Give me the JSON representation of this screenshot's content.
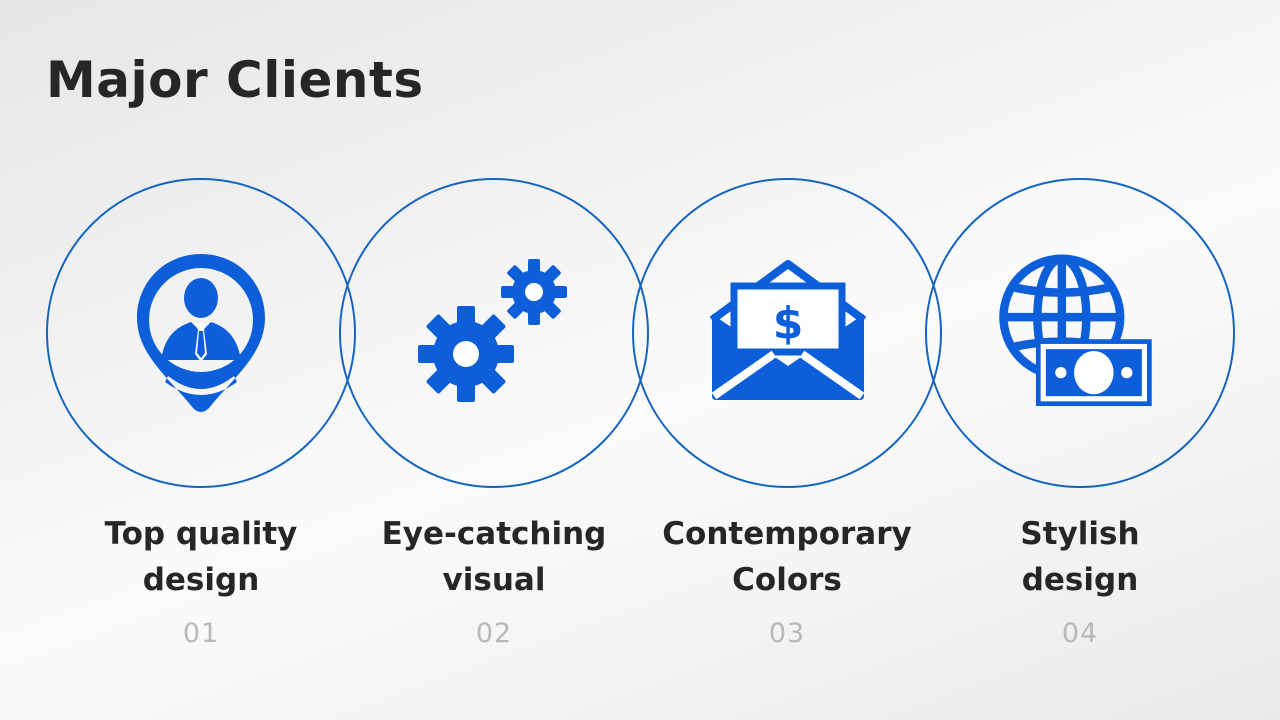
{
  "title": "Major Clients",
  "accent_color": "#1565c0",
  "icon_color": "#0d5fd9",
  "items": [
    {
      "label_lines": [
        "Top quality",
        "design"
      ],
      "number": "01",
      "icon": "businessman-location-pin-icon"
    },
    {
      "label_lines": [
        "Eye-catching",
        "visual"
      ],
      "number": "02",
      "icon": "gears-icon"
    },
    {
      "label_lines": [
        "Contemporary",
        "Colors"
      ],
      "number": "03",
      "icon": "money-envelope-icon"
    },
    {
      "label_lines": [
        "Stylish",
        "design"
      ],
      "number": "04",
      "icon": "globe-banknote-icon"
    }
  ]
}
